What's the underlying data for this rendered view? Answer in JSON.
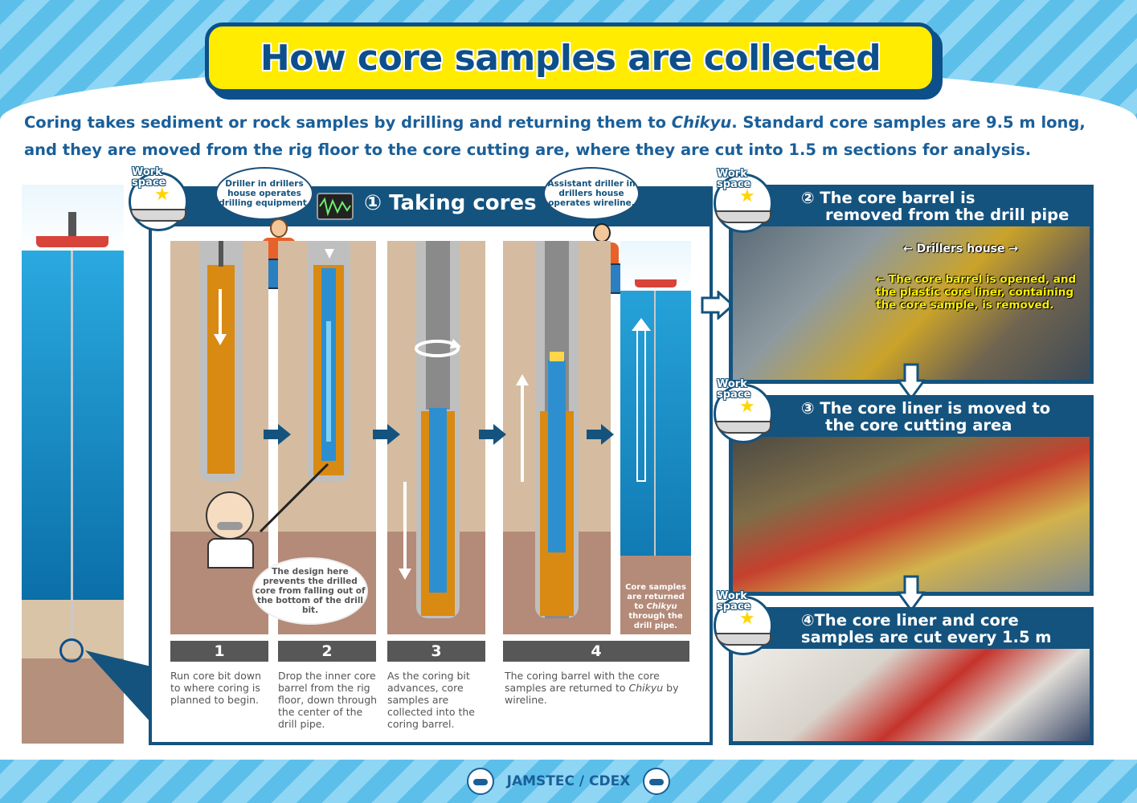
{
  "title": "How core samples are collected",
  "intro": {
    "line1_a": "Coring takes sediment or rock samples by drilling and returning them to ",
    "line1_em": "Chikyu",
    "line1_b": ". Standard core samples are 9.5 m long,",
    "line2": "and they are moved from the rig floor to the core cutting are, where they are cut into 1.5 m sections for analysis."
  },
  "work_space_label": "Work space",
  "section1": {
    "title": "① Taking cores",
    "bubble_driller": "Driller in drillers house operates drilling equipment.",
    "bubble_assistant": "Assistant driller in drillers house operates wireline.",
    "bubble_design": "The design here prevents the drilled core from falling out of the bottom of the drill bit.",
    "return_note_a": "Core samples are returned to ",
    "return_note_em": "Chikyu",
    "return_note_b": " through the drill pipe.",
    "steps": [
      {
        "num": "1",
        "caption": "Run core bit down to where coring is planned to begin."
      },
      {
        "num": "2",
        "caption": "Drop the inner core barrel from the rig floor, down through the center of the drill pipe."
      },
      {
        "num": "3",
        "caption": "As the coring bit advances, core samples are collected into the coring barrel."
      },
      {
        "num": "4",
        "caption_a": "The coring barrel with the core samples are returned to ",
        "caption_em": "Chikyu",
        "caption_b": "  by wireline."
      }
    ]
  },
  "section2": {
    "title_l1": "② The core barrel is",
    "title_l2": "removed from the drill pipe",
    "drillers_house": "← Drillers house →",
    "note": "← The core barrel is opened, and the plastic core liner, containing the core sample, is removed."
  },
  "section3": {
    "title_l1": "③ The core liner is moved to",
    "title_l2": "the core cutting area"
  },
  "section4": {
    "title_l1": "④The core liner and core",
    "title_l2": "samples are cut every 1.5 m"
  },
  "footer": {
    "org": "JAMSTEC / CDEX"
  }
}
